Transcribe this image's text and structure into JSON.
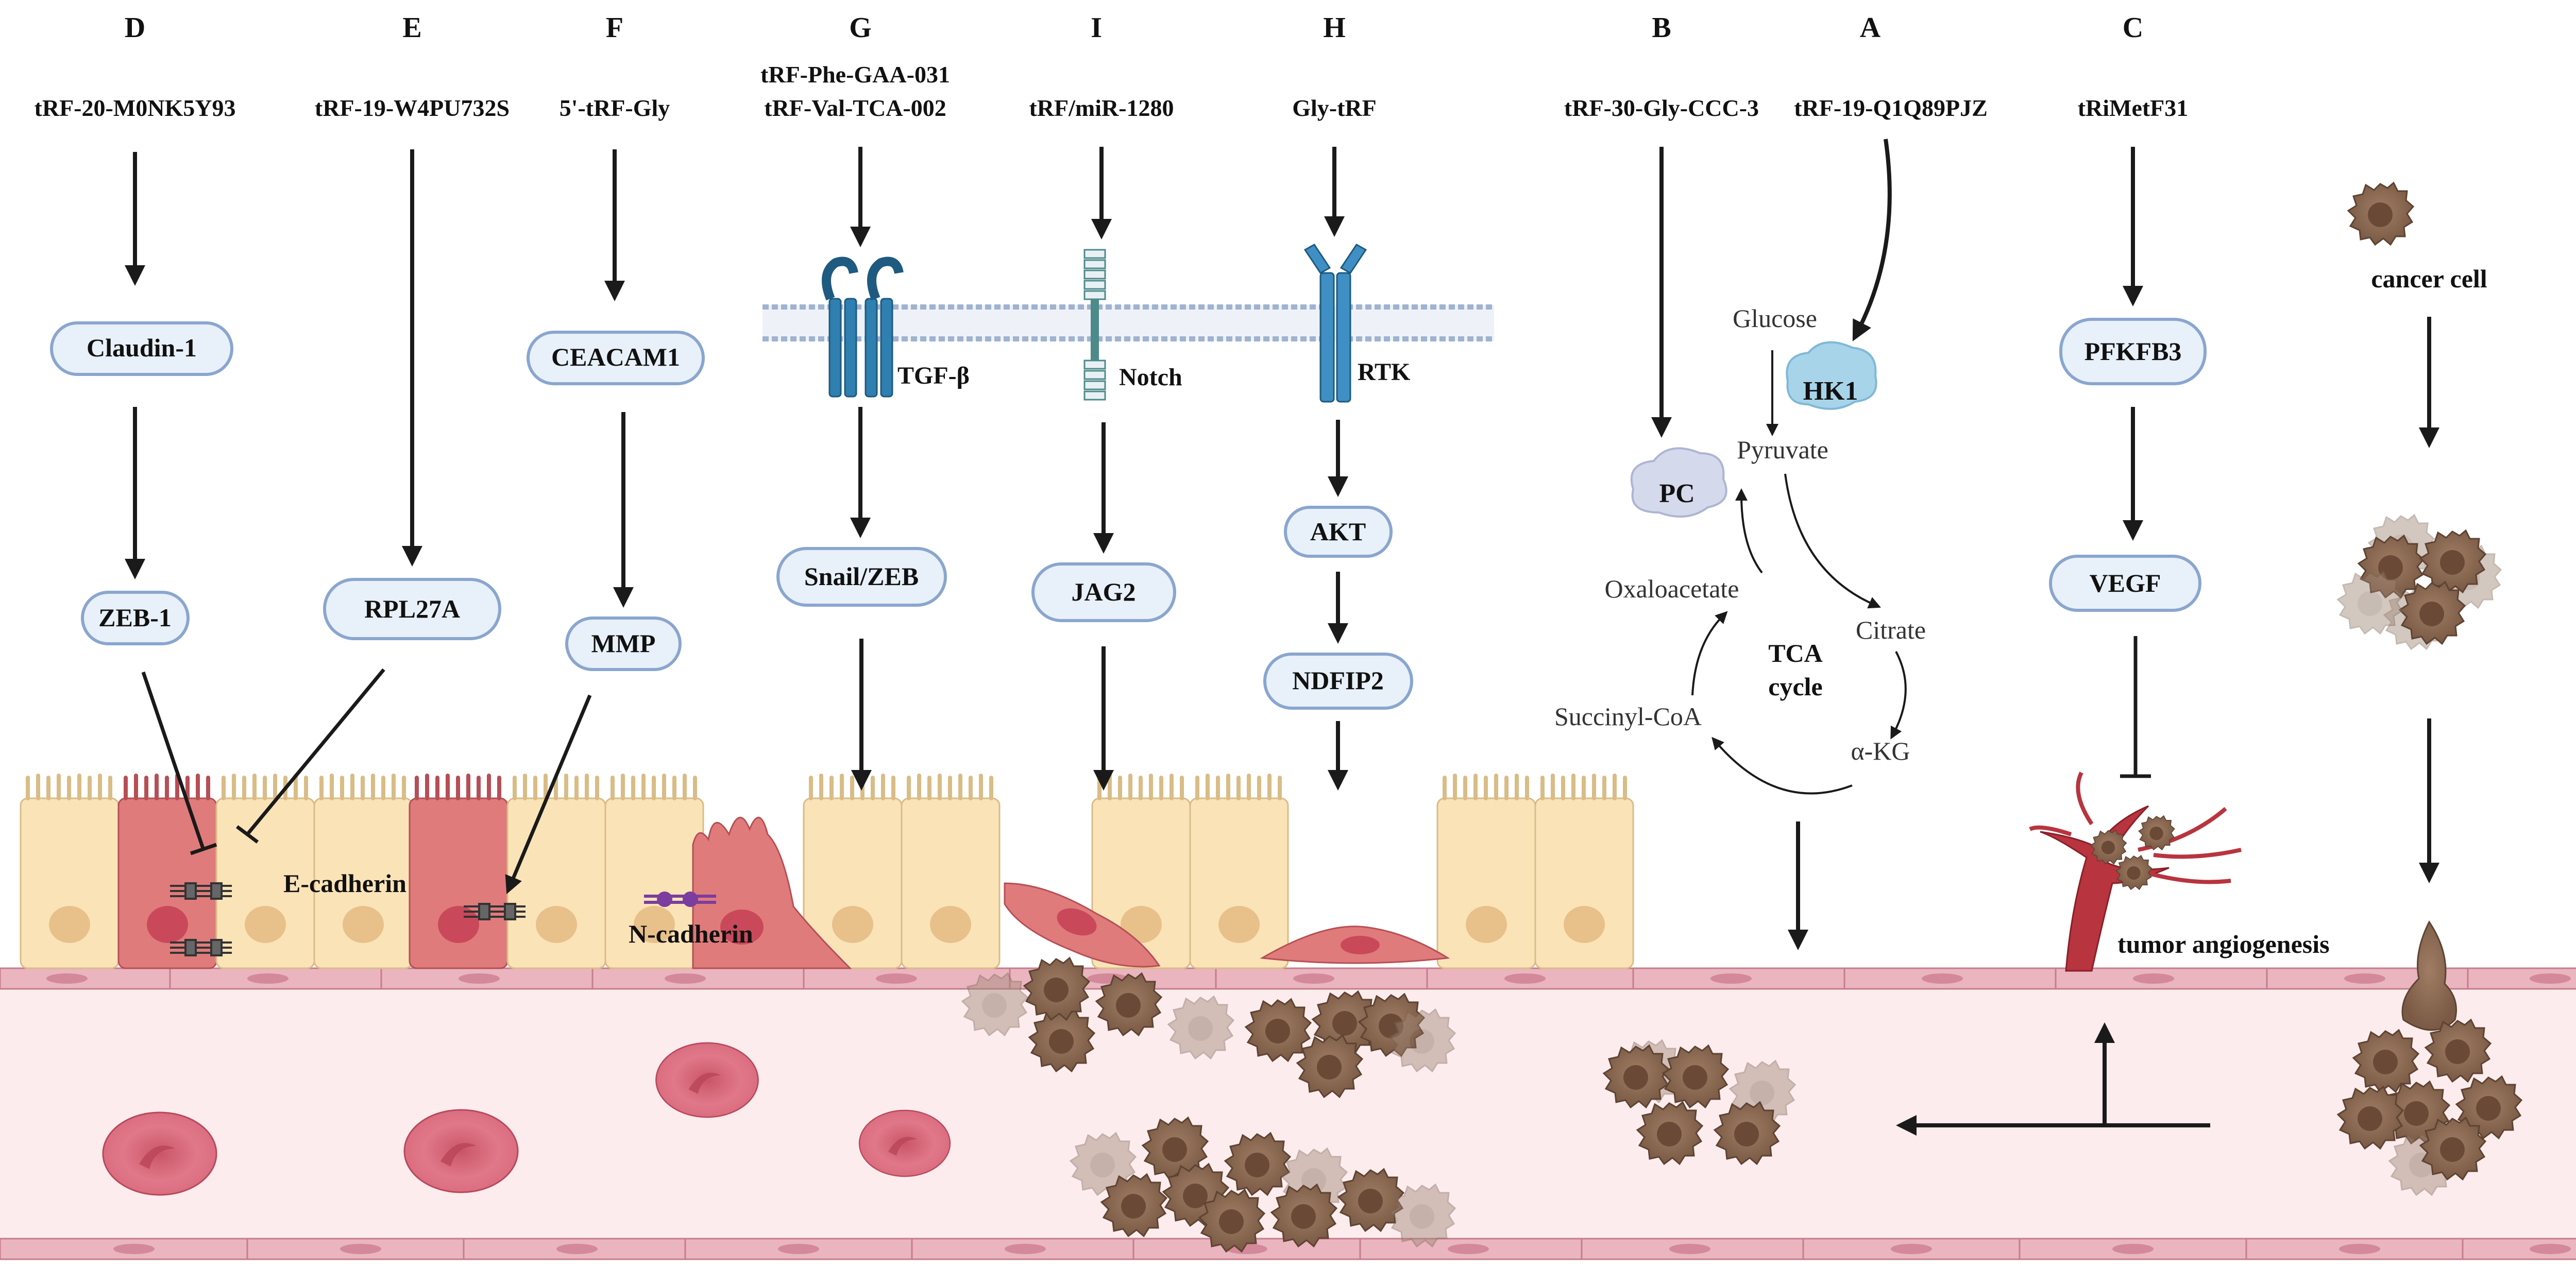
{
  "colors": {
    "pill_fill": "#e8f0f9",
    "pill_stroke": "#8aa6cf",
    "vessel_fill": "#fcecee",
    "vessel_wall": "#d89aa6",
    "epithelial_fill": "#fbe3b8",
    "mesenchymal_fill": "#e07b7b",
    "cancer_cell": "#8a6650",
    "rbc": "#dc7081",
    "receptor_blue": "#2f7fb0",
    "membrane": "#9fb3cf",
    "hk1_fill": "#a8d4ea"
  },
  "pathways": [
    {
      "panel": "D",
      "trf": "tRF-20-M0NK5Y93",
      "nodes": [
        "Claudin-1",
        "ZEB-1"
      ]
    },
    {
      "panel": "E",
      "trf": "tRF-19-W4PU732S",
      "nodes": [
        "RPL27A"
      ]
    },
    {
      "panel": "F",
      "trf": "5'-tRF-Gly",
      "nodes": [
        "CEACAM1",
        "MMP"
      ]
    },
    {
      "panel": "G",
      "trf_lines": [
        "tRF-Phe-GAA-031",
        "tRF-Val-TCA-002"
      ],
      "receptor": "TGF-β",
      "nodes": [
        "Snail/ZEB"
      ]
    },
    {
      "panel": "I",
      "trf": "tRF/miR-1280",
      "receptor": "Notch",
      "nodes": [
        "JAG2"
      ]
    },
    {
      "panel": "H",
      "trf": "Gly-tRF",
      "receptor": "RTK",
      "nodes": [
        "AKT",
        "NDFIP2"
      ]
    },
    {
      "panel": "B",
      "trf": "tRF-30-Gly-CCC-3",
      "nodes": [
        "PC"
      ]
    },
    {
      "panel": "A",
      "trf": "tRF-19-Q1Q89PJZ",
      "nodes": [
        "HK1"
      ]
    },
    {
      "panel": "C",
      "trf": "tRiMetF31",
      "nodes": [
        "PFKFB3",
        "VEGF"
      ]
    }
  ],
  "metabolism": {
    "glucose": "Glucose",
    "pyruvate": "Pyruvate",
    "oxaloacetate": "Oxaloacetate",
    "citrate": "Citrate",
    "akg": "α-KG",
    "succinyl": "Succinyl-CoA",
    "cycle_line1": "TCA",
    "cycle_line2": "cycle"
  },
  "labels": {
    "e_cadherin": "E-cadherin",
    "n_cadherin": "N-cadherin",
    "tumor_angiogenesis": "tumor angiogenesis",
    "cancer_cell": "cancer cell"
  }
}
